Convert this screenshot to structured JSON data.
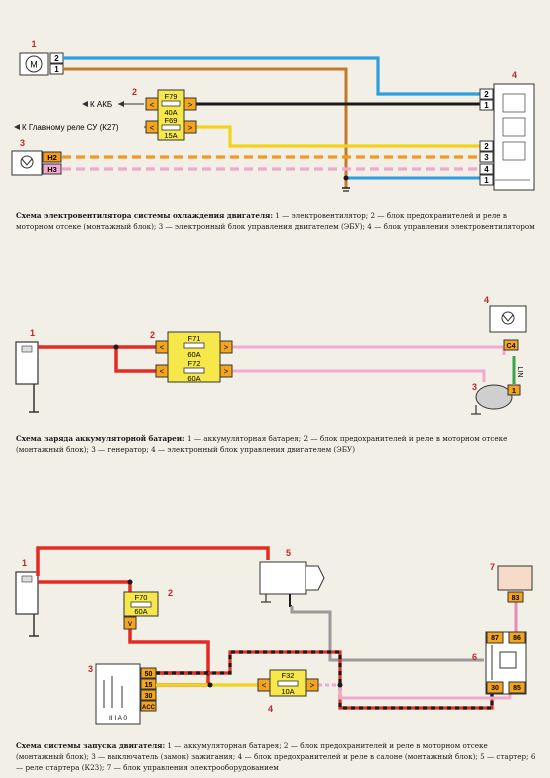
{
  "diagram1": {
    "markers": {
      "m1": "1",
      "m2": "2",
      "m3": "3",
      "m4": "4"
    },
    "motor_symbol": "M",
    "motor_pins": [
      "2",
      "1"
    ],
    "labels": {
      "akb": "К АКБ",
      "main_relay": "К Главному реле СУ (К27)"
    },
    "fuse_top": {
      "name": "F79",
      "rating": "40A"
    },
    "fuse_bot": {
      "name": "F69",
      "rating": "15A"
    },
    "ecu_pins": [
      "H2",
      "H3"
    ],
    "block4_pins": [
      "2",
      "1",
      "2",
      "3",
      "4",
      "1"
    ],
    "caption_title": "Схема электровентилятора системы охлаждения двигателя:",
    "caption_body": " 1 — электровентилятор; 2 — блок предохранителей и реле в моторном отсеке (монтажный блок); 3 — электронный блок управления двигателем (ЭБУ); 4 — блок управления электровентилятором"
  },
  "diagram2": {
    "markers": {
      "m1": "1",
      "m2": "2",
      "m3": "3",
      "m4": "4"
    },
    "fuse_top": {
      "name": "F71",
      "rating": "60A"
    },
    "fuse_bot": {
      "name": "F72",
      "rating": "60A"
    },
    "ecu_pin": "C4",
    "lin_label": "LIN",
    "gen_pin": "1",
    "caption_title": "Схема заряда аккумуляторной батареи:",
    "caption_body": " 1 — аккумуляторная батарея; 2 — блок предохранителей и реле в моторном отсеке (монтажный блок); 3 — генератор; 4 — электронный блок управления двигателем (ЭБУ)"
  },
  "diagram3": {
    "markers": {
      "m1": "1",
      "m2": "2",
      "m3": "3",
      "m4": "4",
      "m5": "5",
      "m6": "6",
      "m7": "7"
    },
    "fuse_f70": {
      "name": "F70",
      "rating": "60A"
    },
    "fuse_f32": {
      "name": "F32",
      "rating": "10A"
    },
    "switch_pins": [
      "50",
      "15",
      "30",
      "ACC"
    ],
    "switch_positions": "II I A 0",
    "relay_pins": {
      "p87": "87",
      "p86": "86",
      "p30": "30",
      "p85": "85"
    },
    "ecu_pin": "83",
    "caption_title": "Схема системы запуска двигателя:",
    "caption_body": " 1 — аккумуляторная батарея; 2 — блок предохранителей и реле в моторном отсеке (монтажный блок); 3 — выключатель (замок) зажигания; 4 — блок предохранителей и реле в салоне (монтажный блок); 5 — стартер; 6 — реле стартера (К23); 7 — блок управления электрооборудованием"
  },
  "colors": {
    "red": "#e32b24",
    "blue": "#2f9ee0",
    "brown": "#c07a2a",
    "yellow": "#f2d21a",
    "pink": "#f4a8cf",
    "black": "#1b1b1b",
    "gray": "#9a9a9a",
    "orange": "#f39a1e",
    "green": "#3ba34a"
  }
}
